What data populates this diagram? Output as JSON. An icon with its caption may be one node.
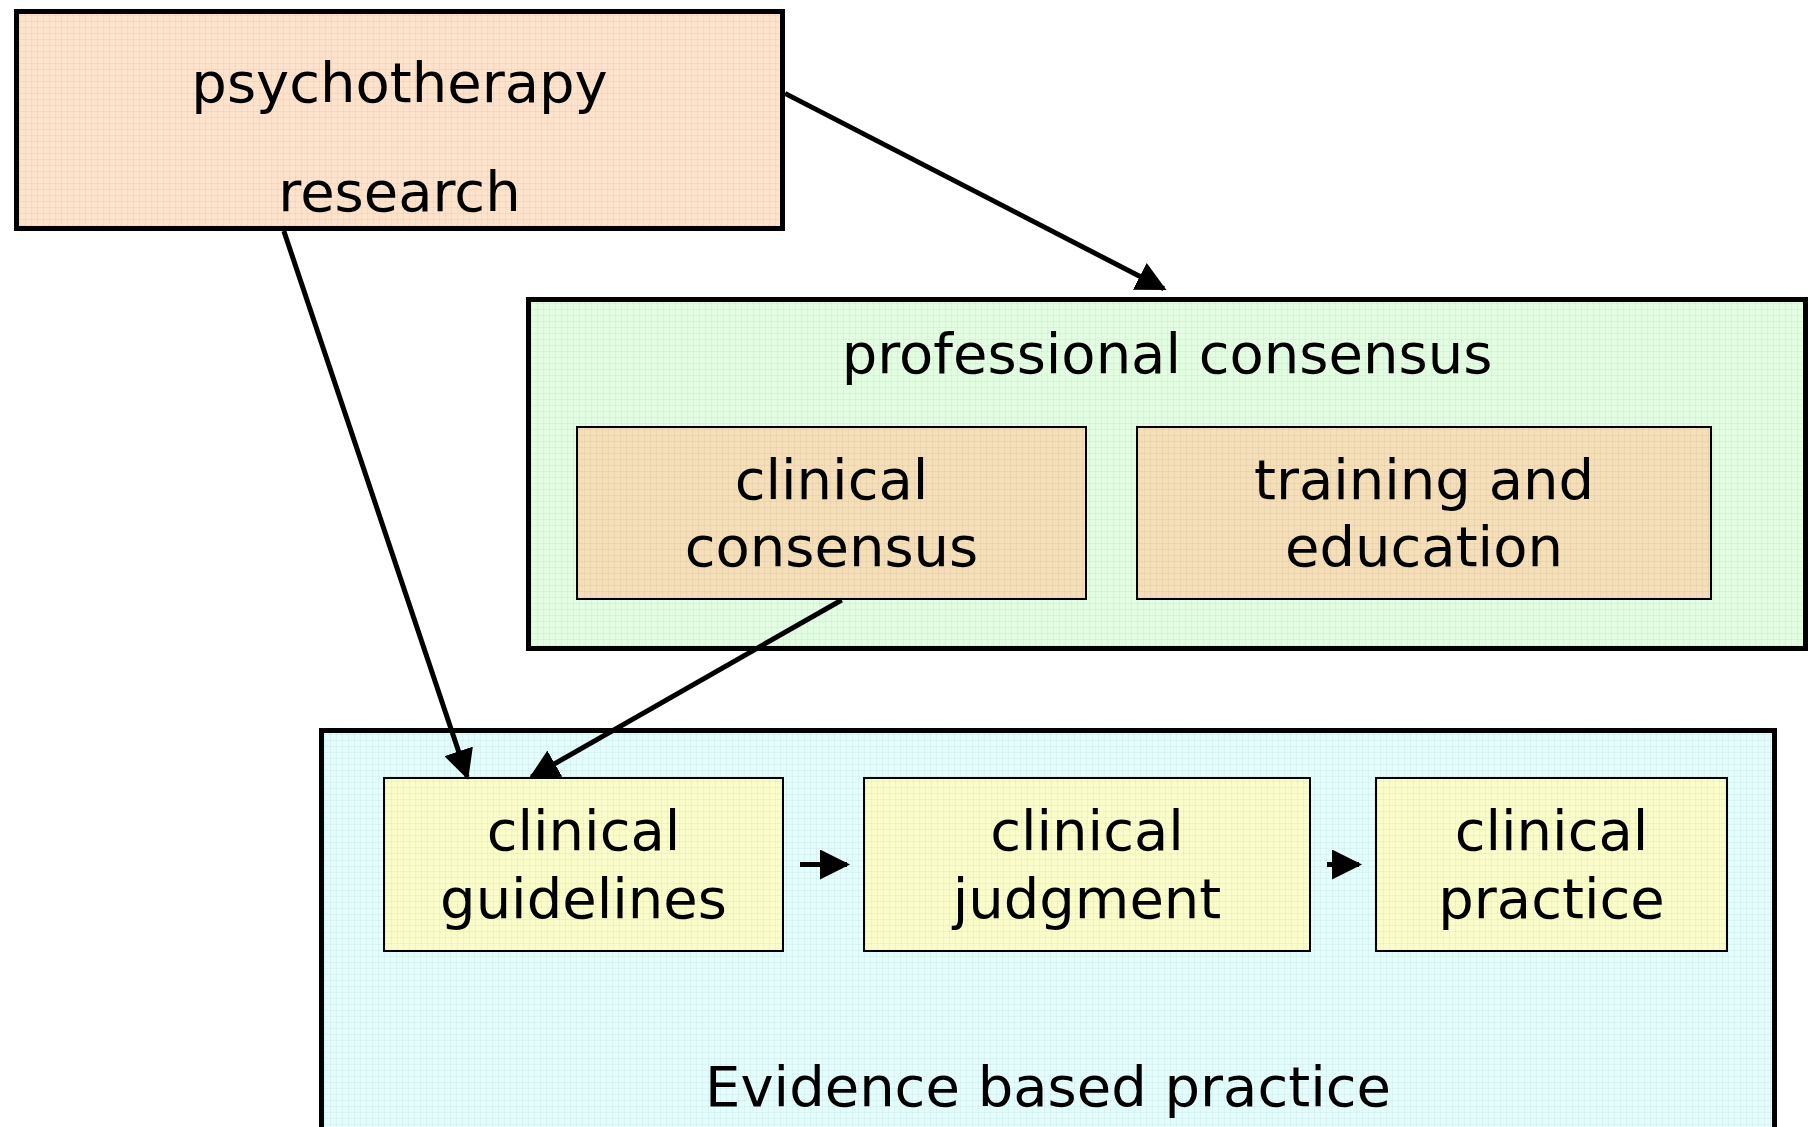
{
  "diagram": {
    "nodes": [
      {
        "text": [
          "psychotherapy research"
        ]
      },
      {
        "text": [
          "professional consensus"
        ]
      },
      {
        "text": [
          "clinical consensus"
        ],
        "in": 1
      },
      {
        "text": [
          "training and education"
        ],
        "in": 1
      },
      {
        "text": [
          "Evidence based practice"
        ]
      },
      {
        "text": [
          "clinical guidelines"
        ],
        "in": 4
      },
      {
        "text": [
          "clinical judgment"
        ],
        "in": 4
      },
      {
        "text": [
          "clinical practice"
        ],
        "in": 4
      }
    ],
    "edges": [
      {
        "from": 0,
        "to": 1,
        "arrow": "to"
      },
      {
        "from": 0,
        "to": 5,
        "arrow": "to"
      },
      {
        "from": 2,
        "to": 5,
        "arrow": "to"
      },
      {
        "from": 5,
        "to": 6,
        "arrow": "to"
      },
      {
        "from": 6,
        "to": 7,
        "arrow": "to"
      }
    ]
  }
}
